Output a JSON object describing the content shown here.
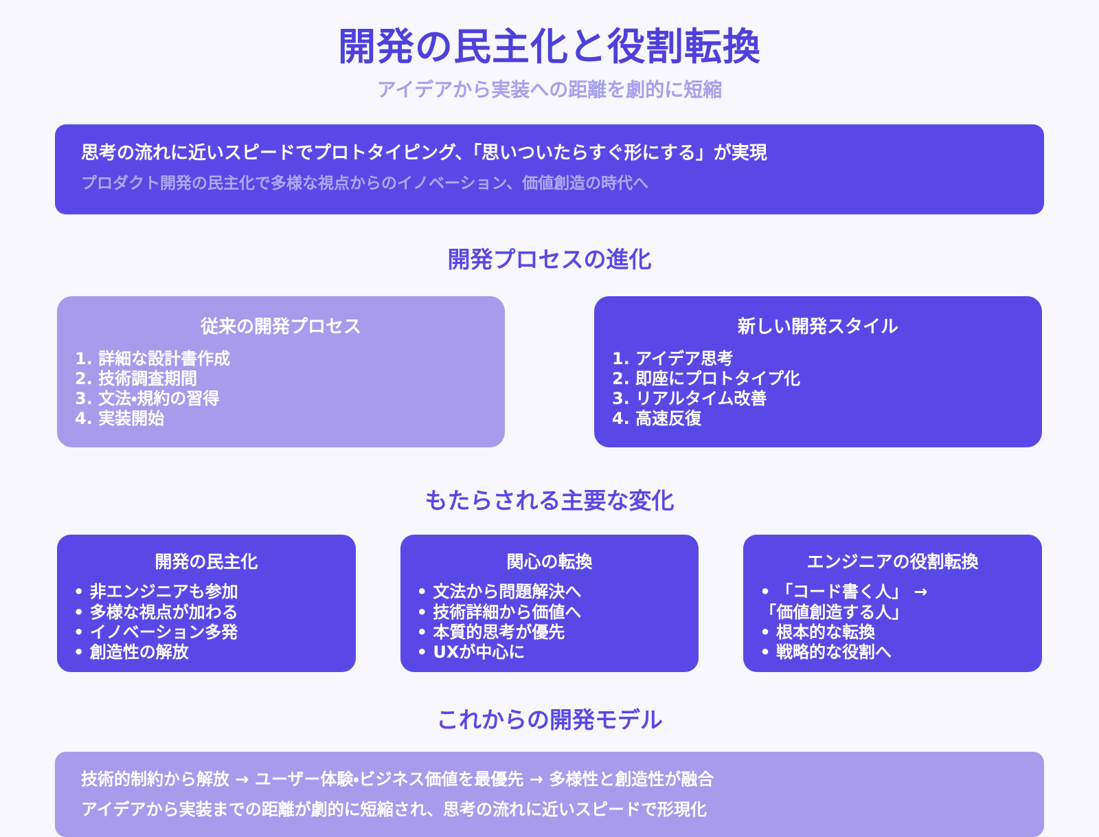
{
  "page": {
    "title": "開発の民主化と役割転換",
    "subtitle": "アイデアから実装への距離を劇的に短縮"
  },
  "hero_banner": {
    "headline": "思考の流れに近いスピードでプロトタイピング、「思いついたらすぐ形にする」が実現",
    "subtext": "プロダクト開発の民主化で多様な視点からのイノベーション、価値創造の時代へ"
  },
  "process_section": {
    "heading": "開発プロセスの進化",
    "cards": [
      {
        "title": "従来の開発プロセス",
        "items": [
          "1. 詳細な設計書作成",
          "2. 技術調査期間",
          "3. 文法・規約の習得",
          "4. 実装開始"
        ]
      },
      {
        "title": "新しい開発スタイル",
        "items": [
          "1. アイデア思考",
          "2. 即座にプロトタイプ化",
          "3. リアルタイム改善",
          "4. 高速反復"
        ]
      }
    ]
  },
  "changes_section": {
    "heading": "もたらされる主要な変化",
    "cards": [
      {
        "title": "開発の民主化",
        "items": [
          "• 非エンジニアも参加",
          "• 多様な視点が加わる",
          "• イノベーション多発",
          "• 創造性の解放"
        ]
      },
      {
        "title": "関心の転換",
        "items": [
          "• 文法から問題解決へ",
          "• 技術詳細から価値へ",
          "• 本質的思考が優先",
          "• UXが中心に"
        ]
      },
      {
        "title": "エンジニアの役割転換",
        "items": [
          "• 「コード書く人」 →\n「価値創造する人」",
          "• 根本的な転換",
          "• 戦略的な役割へ"
        ]
      }
    ]
  },
  "future_section": {
    "heading": "これからの開発モデル",
    "banner": {
      "line1": "技術的制約から解放 → ユーザー体験・ビジネス価値を最優先 → 多様性と創造性が融合",
      "line2": "アイデアから実装までの距離が劇的に短縮され、思考の流れに近いスピードで形現化"
    }
  },
  "colors": {
    "background": "#F7F7FD",
    "primary_purple": "#5A48E6",
    "light_purple": "#A89BEC",
    "title_indigo": "#4E40DB",
    "heading_purple": "#5A48E3",
    "subtitle_lavender": "#A6A0EC",
    "hero_subtext_lavender": "#B1A8F1",
    "text_white": "#FFFFFF"
  }
}
